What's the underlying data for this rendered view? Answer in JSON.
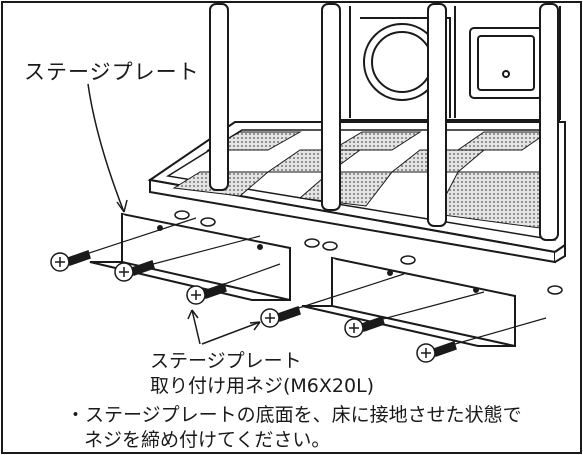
{
  "labels": {
    "stage_plate": "ステージプレート",
    "bottom_line1": "ステージプレート",
    "bottom_line2": "取り付け用ネジ(M6X20L)",
    "note_line1": "・ステージプレートの底面を、床に接地させた状態で",
    "note_line2": "ネジを締め付けてください。"
  },
  "colors": {
    "line": "#1a1a1a",
    "background": "#ffffff",
    "dot_fill": "#b9b9b9"
  }
}
